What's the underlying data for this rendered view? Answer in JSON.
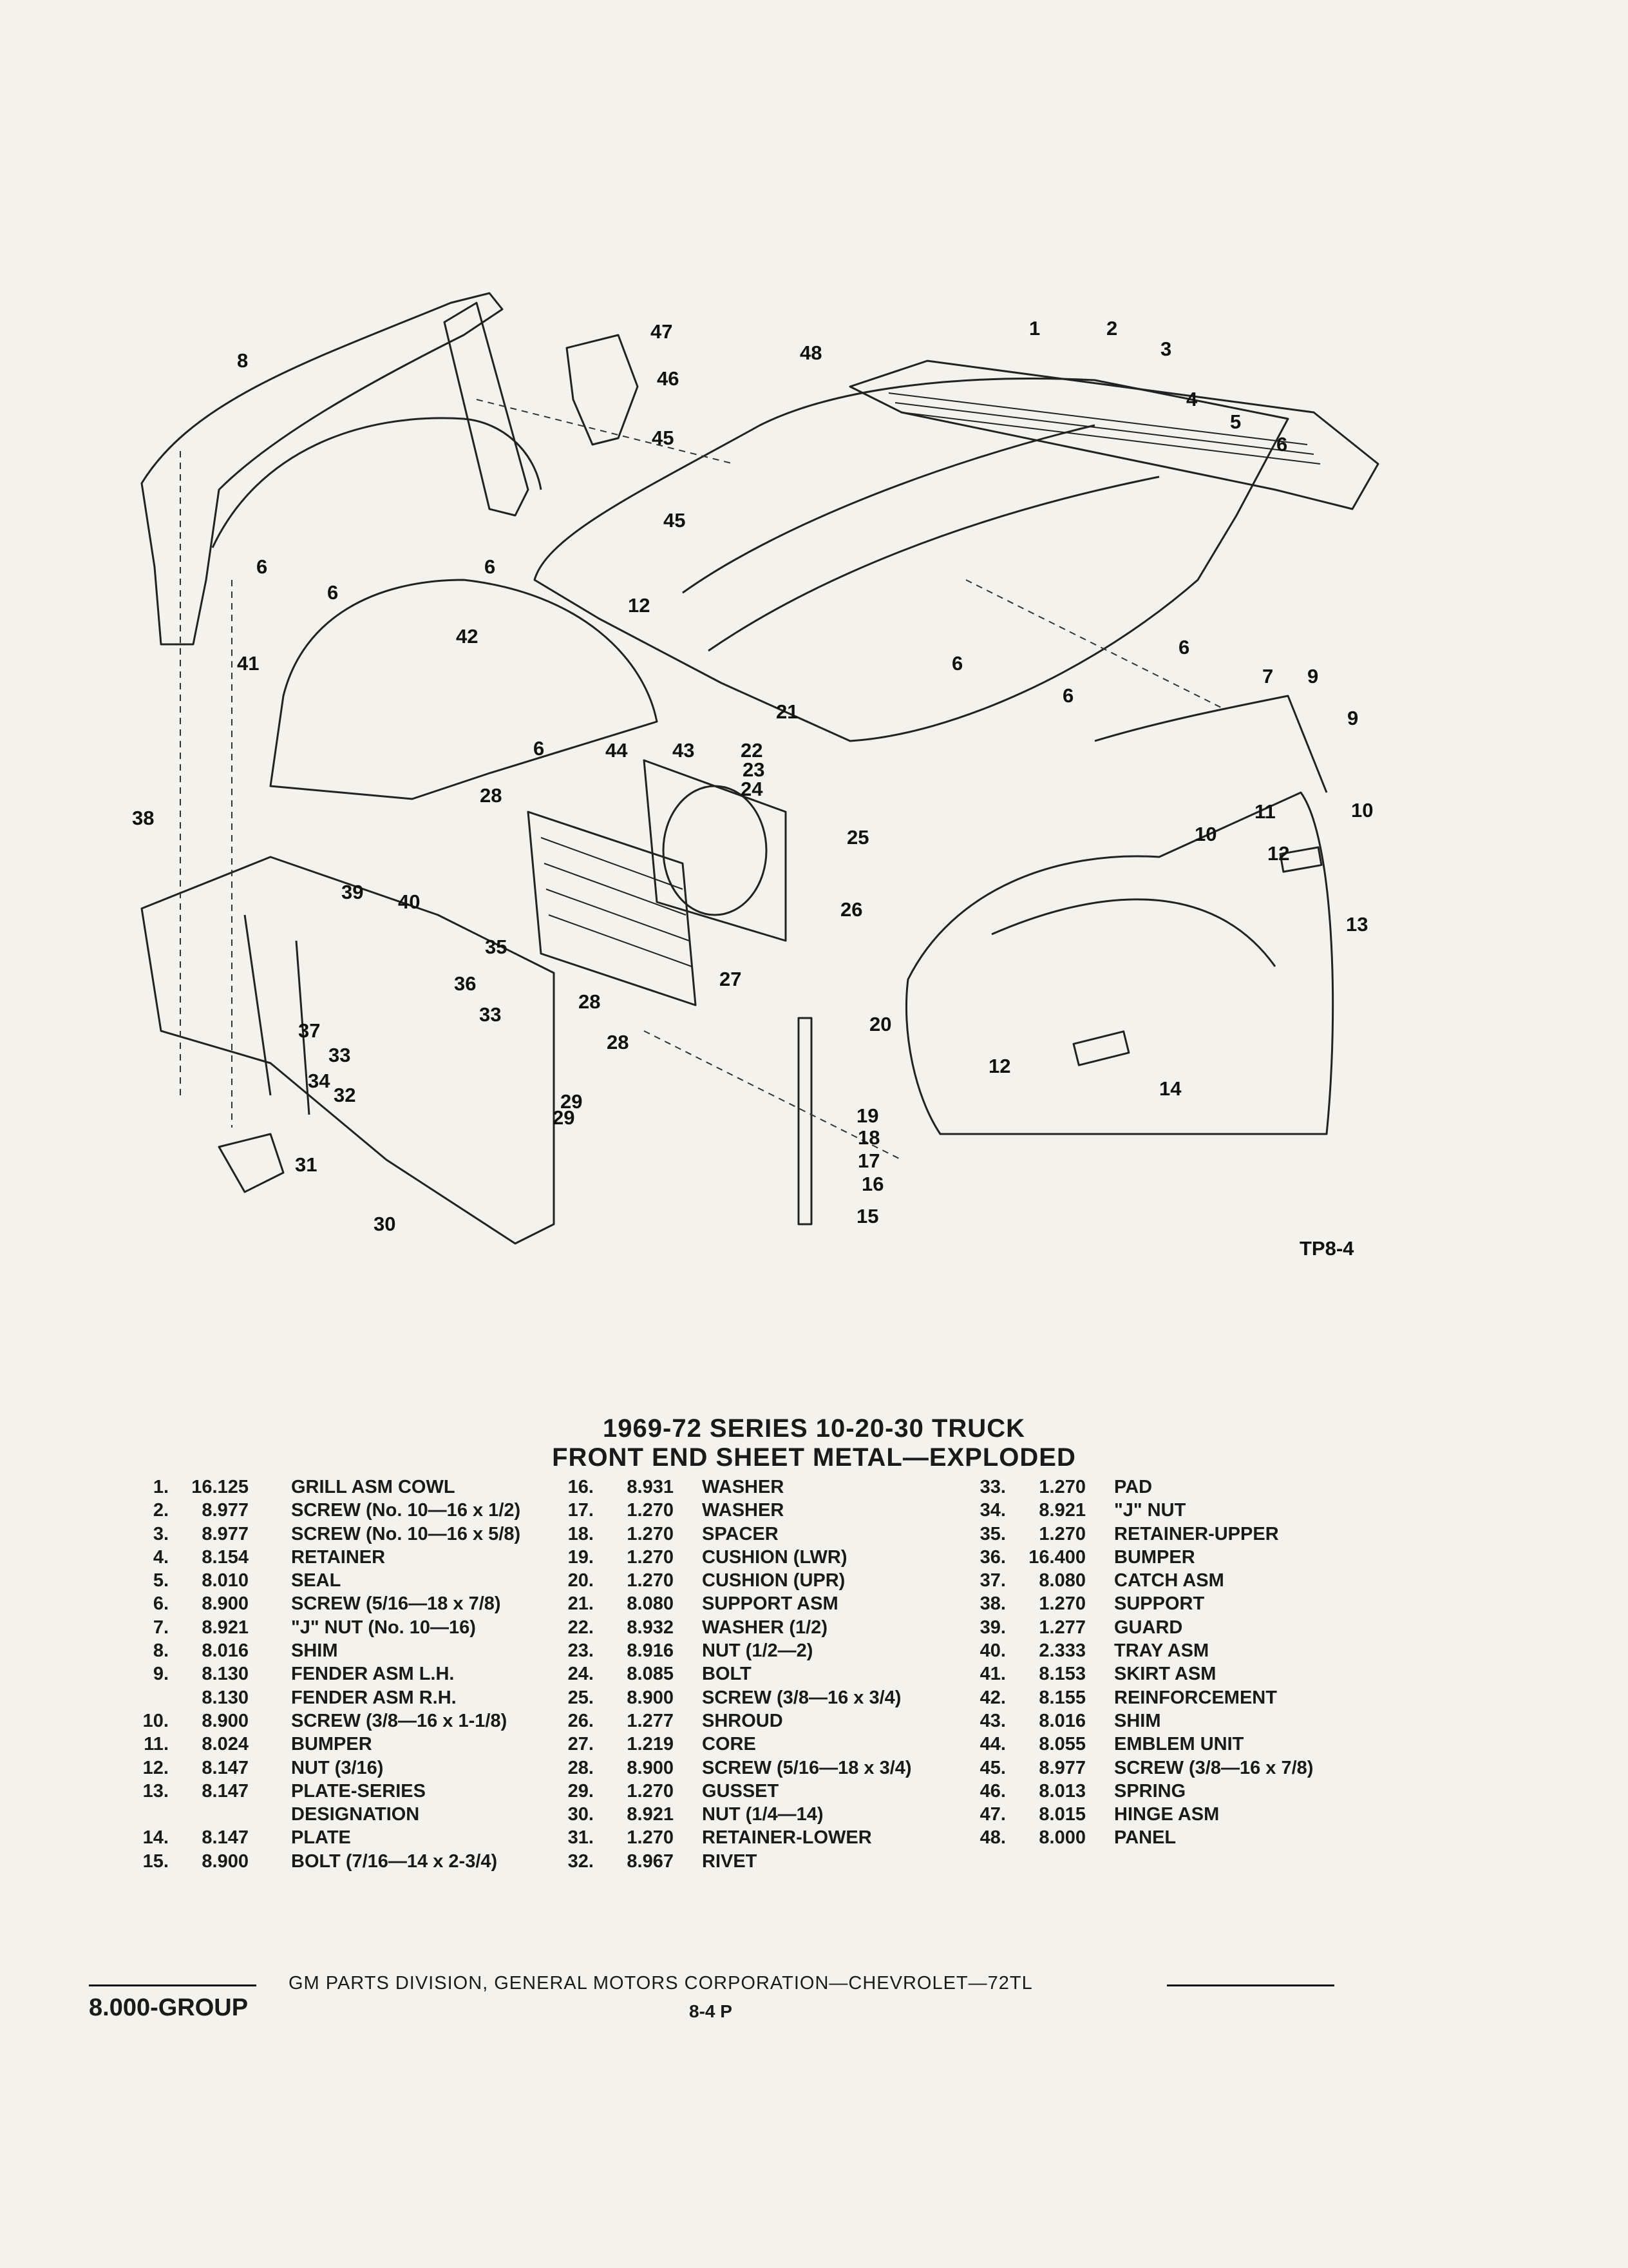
{
  "diagram": {
    "figure_code": "TP8-4",
    "callouts": [
      "1",
      "2",
      "3",
      "4",
      "5",
      "6",
      "6",
      "6",
      "6",
      "6",
      "6",
      "6",
      "6",
      "7",
      "8",
      "9",
      "9",
      "10",
      "10",
      "11",
      "12",
      "12",
      "12",
      "13",
      "14",
      "15",
      "16",
      "17",
      "18",
      "19",
      "20",
      "21",
      "22",
      "23",
      "24",
      "25",
      "26",
      "27",
      "28",
      "28",
      "28",
      "29",
      "29",
      "30",
      "31",
      "32",
      "33",
      "33",
      "34",
      "35",
      "36",
      "37",
      "38",
      "39",
      "40",
      "41",
      "42",
      "43",
      "44",
      "45",
      "45",
      "46",
      "47",
      "48"
    ]
  },
  "title": {
    "line1": "1969-72 SERIES 10-20-30 TRUCK",
    "line2": "FRONT END SHEET METAL—EXPLODED"
  },
  "parts_columns": [
    [
      {
        "no": "1.",
        "group": "16.125",
        "desc": "GRILL ASM COWL"
      },
      {
        "no": "2.",
        "group": "8.977",
        "desc": "SCREW (No. 10—16 x 1/2)"
      },
      {
        "no": "3.",
        "group": "8.977",
        "desc": "SCREW (No. 10—16 x 5/8)"
      },
      {
        "no": "4.",
        "group": "8.154",
        "desc": "RETAINER"
      },
      {
        "no": "5.",
        "group": "8.010",
        "desc": "SEAL"
      },
      {
        "no": "6.",
        "group": "8.900",
        "desc": "SCREW (5/16—18 x 7/8)"
      },
      {
        "no": "7.",
        "group": "8.921",
        "desc": "\"J\" NUT (No. 10—16)"
      },
      {
        "no": "8.",
        "group": "8.016",
        "desc": "SHIM"
      },
      {
        "no": "9.",
        "group": "8.130",
        "desc": "FENDER ASM L.H."
      },
      {
        "no": "",
        "group": "8.130",
        "desc": "FENDER ASM R.H."
      },
      {
        "no": "10.",
        "group": "8.900",
        "desc": "SCREW (3/8—16 x 1-1/8)"
      },
      {
        "no": "11.",
        "group": "8.024",
        "desc": "BUMPER"
      },
      {
        "no": "12.",
        "group": "8.147",
        "desc": "NUT (3/16)"
      },
      {
        "no": "13.",
        "group": "8.147",
        "desc": "PLATE-SERIES"
      },
      {
        "no": "",
        "group": "",
        "desc": "DESIGNATION"
      },
      {
        "no": "14.",
        "group": "8.147",
        "desc": "PLATE"
      },
      {
        "no": "15.",
        "group": "8.900",
        "desc": "BOLT (7/16—14 x 2-3/4)"
      }
    ],
    [
      {
        "no": "16.",
        "group": "8.931",
        "desc": "WASHER"
      },
      {
        "no": "17.",
        "group": "1.270",
        "desc": "WASHER"
      },
      {
        "no": "18.",
        "group": "1.270",
        "desc": "SPACER"
      },
      {
        "no": "19.",
        "group": "1.270",
        "desc": "CUSHION (LWR)"
      },
      {
        "no": "20.",
        "group": "1.270",
        "desc": "CUSHION (UPR)"
      },
      {
        "no": "21.",
        "group": "8.080",
        "desc": "SUPPORT ASM"
      },
      {
        "no": "22.",
        "group": "8.932",
        "desc": "WASHER (1/2)"
      },
      {
        "no": "23.",
        "group": "8.916",
        "desc": "NUT (1/2—2)"
      },
      {
        "no": "24.",
        "group": "8.085",
        "desc": "BOLT"
      },
      {
        "no": "25.",
        "group": "8.900",
        "desc": "SCREW (3/8—16 x 3/4)"
      },
      {
        "no": "26.",
        "group": "1.277",
        "desc": "SHROUD"
      },
      {
        "no": "27.",
        "group": "1.219",
        "desc": "CORE"
      },
      {
        "no": "28.",
        "group": "8.900",
        "desc": "SCREW (5/16—18 x 3/4)"
      },
      {
        "no": "29.",
        "group": "1.270",
        "desc": "GUSSET"
      },
      {
        "no": "30.",
        "group": "8.921",
        "desc": "NUT (1/4—14)"
      },
      {
        "no": "31.",
        "group": "1.270",
        "desc": "RETAINER-LOWER"
      },
      {
        "no": "32.",
        "group": "8.967",
        "desc": "RIVET"
      }
    ],
    [
      {
        "no": "33.",
        "group": "1.270",
        "desc": "PAD"
      },
      {
        "no": "34.",
        "group": "8.921",
        "desc": "\"J\" NUT"
      },
      {
        "no": "35.",
        "group": "1.270",
        "desc": "RETAINER-UPPER"
      },
      {
        "no": "36.",
        "group": "16.400",
        "desc": "BUMPER"
      },
      {
        "no": "37.",
        "group": "8.080",
        "desc": "CATCH ASM"
      },
      {
        "no": "38.",
        "group": "1.270",
        "desc": "SUPPORT"
      },
      {
        "no": "39.",
        "group": "1.277",
        "desc": "GUARD"
      },
      {
        "no": "40.",
        "group": "2.333",
        "desc": "TRAY ASM"
      },
      {
        "no": "41.",
        "group": "8.153",
        "desc": "SKIRT ASM"
      },
      {
        "no": "42.",
        "group": "8.155",
        "desc": "REINFORCEMENT"
      },
      {
        "no": "43.",
        "group": "8.016",
        "desc": "SHIM"
      },
      {
        "no": "44.",
        "group": "8.055",
        "desc": "EMBLEM UNIT"
      },
      {
        "no": "45.",
        "group": "8.977",
        "desc": "SCREW (3/8—16 x 7/8)"
      },
      {
        "no": "46.",
        "group": "8.013",
        "desc": "SPRING"
      },
      {
        "no": "47.",
        "group": "8.015",
        "desc": "HINGE ASM"
      },
      {
        "no": "48.",
        "group": "8.000",
        "desc": "PANEL"
      }
    ]
  ],
  "footer": {
    "group": "8.000-GROUP",
    "text": "GM PARTS DIVISION, GENERAL MOTORS CORPORATION—CHEVROLET—72TL",
    "page": "8-4  P"
  }
}
